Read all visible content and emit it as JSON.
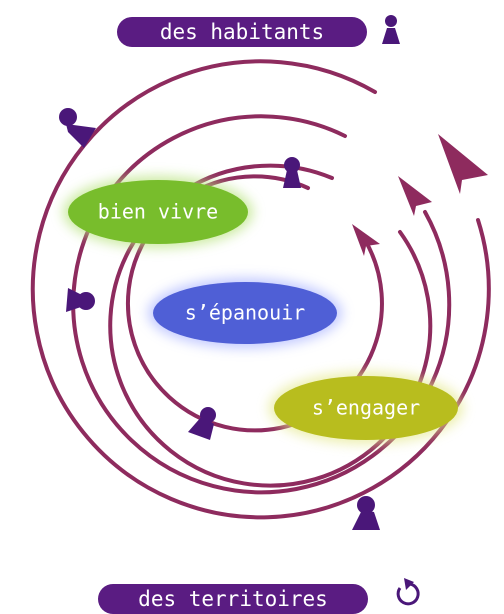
{
  "colors": {
    "ring": "#8e2b5e",
    "pill": "#5a1c82",
    "figure": "#4a1779",
    "bubble_green": "#78bd2c",
    "bubble_blue": "#4f5fd6",
    "bubble_yellow": "#b8bd1e"
  },
  "header": {
    "label": "des habitants",
    "icon": "person-icon"
  },
  "footer": {
    "label": "des territoires",
    "icon": "cycle-arrow-icon"
  },
  "bubbles": {
    "bien_vivre": "bien vivre",
    "s_epanouir": "s’épanouir",
    "s_engager": "s’engager"
  }
}
